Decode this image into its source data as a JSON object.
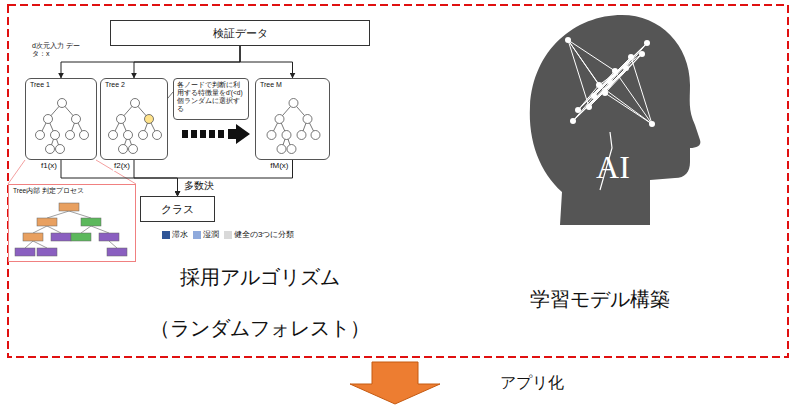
{
  "diagram": {
    "nodes": [
      {
        "text": [
          "検証データ"
        ]
      },
      {
        "text": [
          "Tree 1"
        ]
      },
      {
        "text": [
          "Tree 2"
        ]
      },
      {
        "text": [
          "各ノードで判断に利用する特徴量をd'(<d)個ランダムに選択する"
        ]
      },
      {
        "text": [
          "Tree M"
        ]
      },
      {
        "text": [
          "クラス"
        ]
      },
      {
        "text": [
          "Tree内部 判定プロセス"
        ]
      }
    ],
    "edges": [
      {
        "from": 0,
        "to": 1,
        "arrow": "to"
      },
      {
        "from": 0,
        "to": 2,
        "arrow": "to"
      },
      {
        "from": 0,
        "to": 4,
        "arrow": "to"
      },
      {
        "from": 1,
        "to": 5,
        "label": "f1(x)",
        "arrow": "to"
      },
      {
        "from": 2,
        "to": 5,
        "label": "f2(x)",
        "arrow": "to"
      },
      {
        "from": 4,
        "to": 5,
        "label": "fM(x)",
        "arrow": "to"
      }
    ],
    "labels": [
      "d次元入力 データ：x",
      "多数決",
      "採用アルゴリズム",
      "（ランダムフォレスト）",
      "AI",
      "学習モデル構築",
      "アプリ化"
    ],
    "legend": [
      {
        "text": "滞水",
        "color": "#2f5597"
      },
      {
        "text": "湿潤",
        "color": "#8faadc"
      },
      {
        "text": "健全の3つに分類",
        "color": "#d9d9d9"
      }
    ]
  }
}
